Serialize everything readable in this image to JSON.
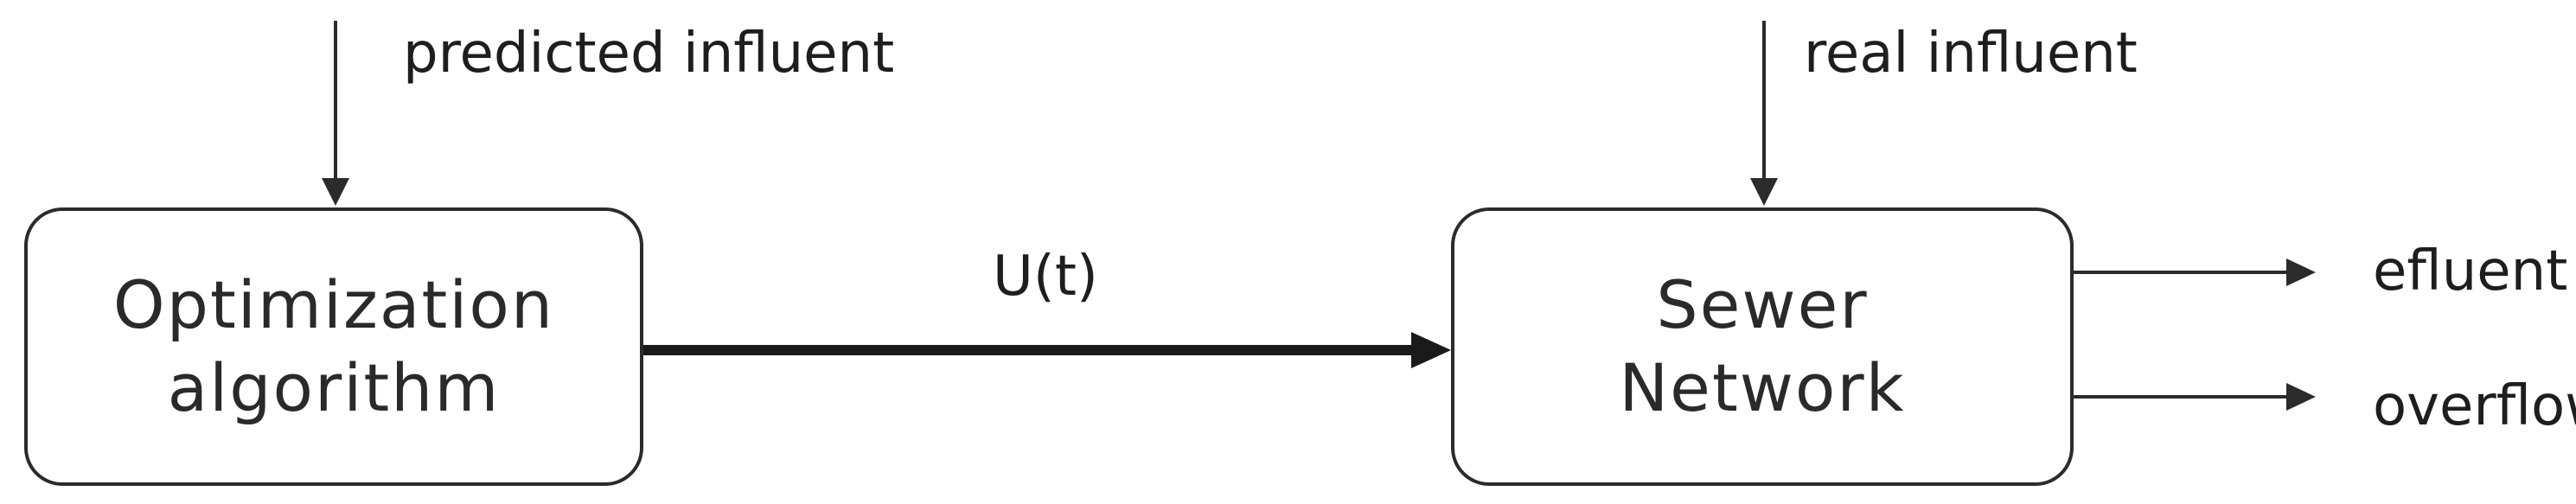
{
  "blocks": {
    "optimization": {
      "line1": "Optimization",
      "line2": "algorithm"
    },
    "sewer": {
      "line1": "Sewer",
      "line2": "Network"
    }
  },
  "inputs": {
    "predicted": "predicted influent",
    "real": "real influent"
  },
  "signal": "U(t)",
  "outputs": {
    "efluent": "efluent",
    "overflows": "overflows"
  },
  "colors": {
    "line": "#2b2b2b",
    "text": "#1e1e1e",
    "background": "#ffffff"
  }
}
